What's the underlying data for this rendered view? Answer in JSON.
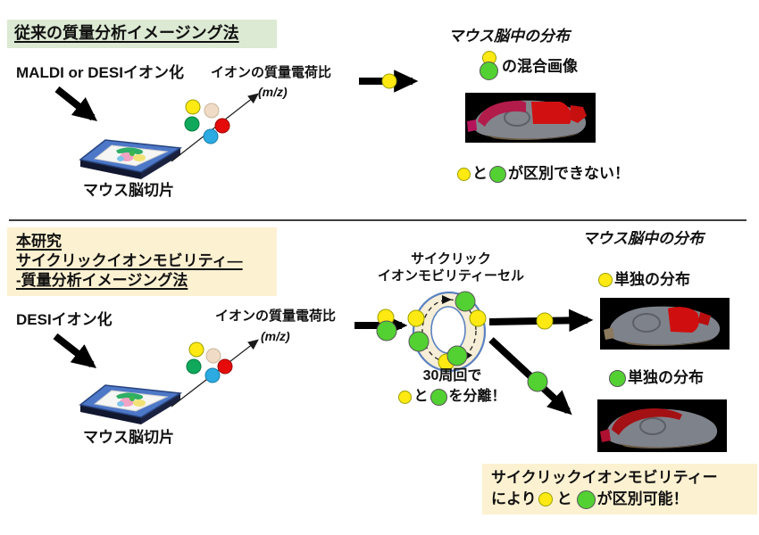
{
  "colors": {
    "section_title_bg": "#dce9d3",
    "highlight_box_bg": "#fcf1d1",
    "yellow_ion": "#ffe913",
    "green_ion": "#53d133",
    "red_ion": "#e60b0b",
    "blue_ion": "#2caae2",
    "beige_ion": "#f0dcc6",
    "emerald_ion": "#10a95c",
    "cell_ring_fill": "#f6eed6",
    "cell_ring_stroke": "#5b82c0"
  },
  "top_section": {
    "title": "従来の質量分析イメージング法",
    "ionization_label": "MALDI or DESIイオン化",
    "mz_label": "イオンの質量電荷比",
    "mz_unit": "(m/z)",
    "sample_label": "マウス脳切片",
    "result_title": "マウス脳中の分布",
    "mixed_image_label": "の混合画像",
    "problem_connector": "と",
    "problem_text": "が区別できない！"
  },
  "bottom_section": {
    "research_line1": "本研究",
    "research_line2": "サイクリックイオンモビリティ—",
    "research_line3": "-質量分析イメージング法",
    "ionization_label": "DESIイオン化",
    "mz_label": "イオンの質量電荷比",
    "mz_unit": "(m/z)",
    "sample_label": "マウス脳切片",
    "cell_label_line1": "サイクリック",
    "cell_label_line2": "イオンモビリティーセル",
    "separation_line1": "30周回で",
    "separation_connector": "と",
    "separation_text": "を分離！",
    "result_title": "マウス脳中の分布",
    "yellow_dist_label": "単独の分布",
    "green_dist_label": "単独の分布",
    "conclusion_line1": "サイクリックイオンモビリティー",
    "conclusion_pre": "により",
    "conclusion_connector": "と",
    "conclusion_text": "が区別可能！"
  }
}
